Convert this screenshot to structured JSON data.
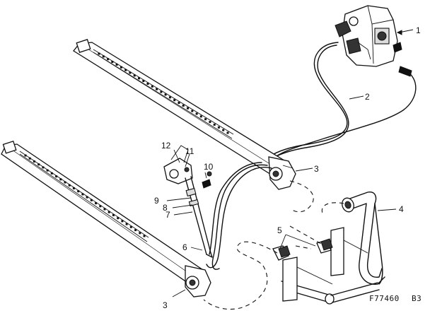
{
  "callouts": {
    "c1": "1",
    "c2": "2",
    "c3a": "3",
    "c3b": "3",
    "c4": "4",
    "c5": "5",
    "c6": "6",
    "c7": "7",
    "c8": "8",
    "c9": "9",
    "c10": "10",
    "c11": "11",
    "c12": "12"
  },
  "figure_code": "F77460",
  "figure_suffix": "B3"
}
